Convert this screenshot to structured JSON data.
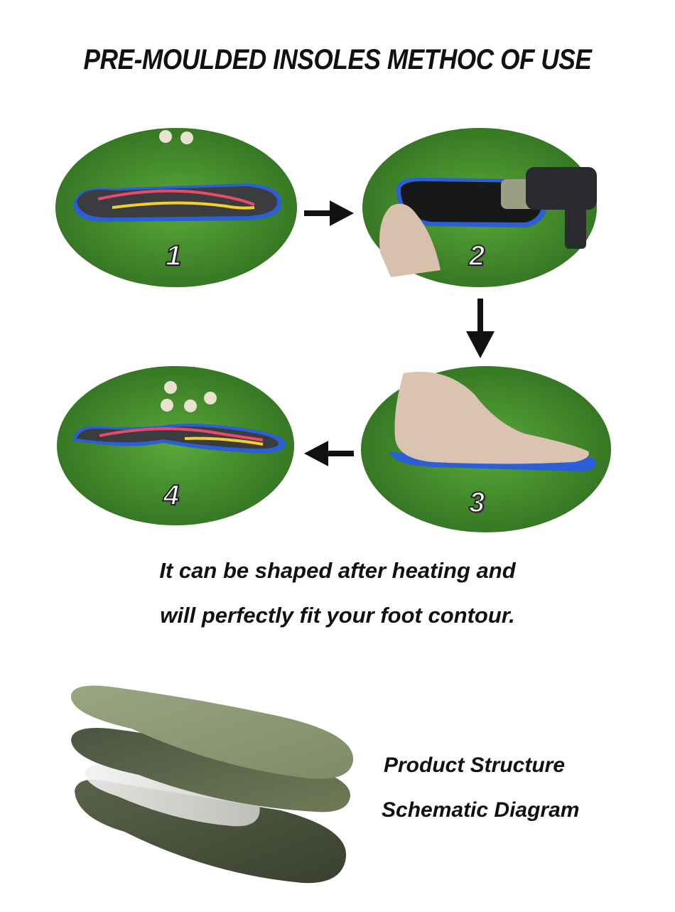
{
  "header": {
    "title": "PRE-MOULDED INSOLES METHOC OF USE"
  },
  "steps": [
    {
      "number": "1",
      "description": "insole-on-grass"
    },
    {
      "number": "2",
      "description": "heating-insole-with-heat-gun"
    },
    {
      "number": "3",
      "description": "stand-on-insole"
    },
    {
      "number": "4",
      "description": "shaped-insole"
    }
  ],
  "caption": {
    "line1": "It can be shaped after heating and",
    "line2": "will perfectly fit your foot contour."
  },
  "structure": {
    "line1": "Product Structure",
    "line2": "Schematic Diagram"
  },
  "colors": {
    "grass": "#3f8a2a",
    "insole_top": "#2e3033",
    "insole_edge": "#2a5fd6",
    "layer_green": "#8a9670"
  }
}
